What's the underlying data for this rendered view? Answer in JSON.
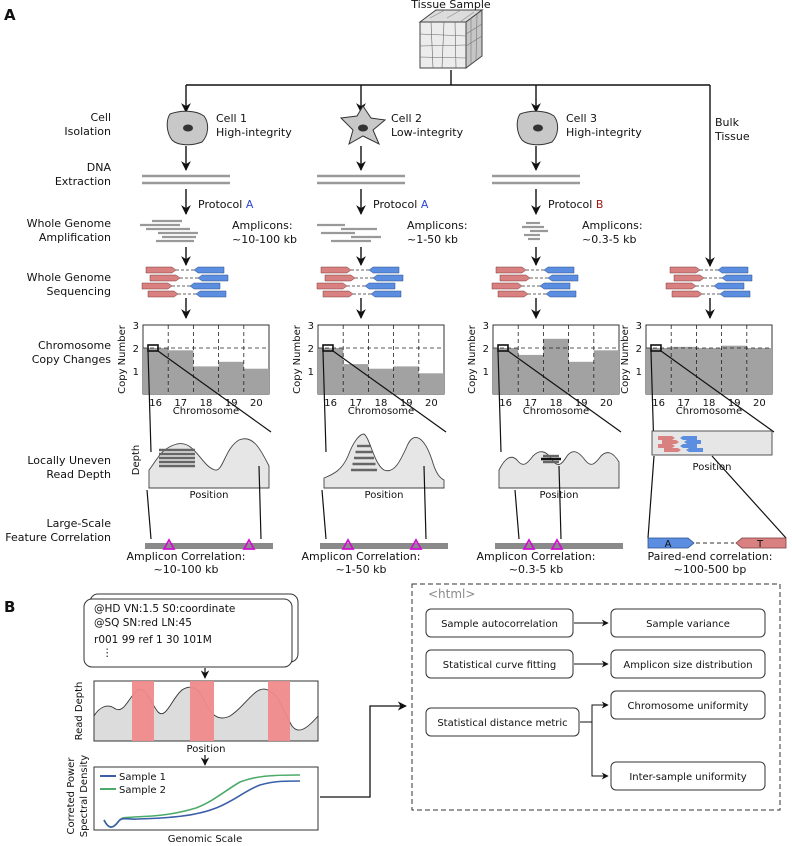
{
  "panelA": {
    "label": "A",
    "tissue_sample": "Tissue Sample",
    "bulk_tissue": [
      "Bulk",
      "Tissue"
    ],
    "row_labels": [
      [
        "Cell",
        "Isolation"
      ],
      [
        "DNA",
        "Extraction"
      ],
      [
        "Whole Genome",
        "Amplification"
      ],
      [
        "Whole Genome",
        "Sequencing"
      ],
      [
        "Chromosome",
        "Copy Changes"
      ],
      [
        "Locally Uneven",
        "Read Depth"
      ],
      [
        "Large-Scale",
        "Feature Correlation"
      ]
    ],
    "cells": [
      {
        "name": "Cell 1",
        "integrity": "High-integrity",
        "protocol_word": "Protocol",
        "protocol_letter": "A",
        "amplicons_label": "Amplicons:",
        "amplicons_range": "~10-100 kb",
        "correlation_label": "Amplicon Correlation:",
        "correlation_range": "~10-100 kb"
      },
      {
        "name": "Cell 2",
        "integrity": "Low-integrity",
        "protocol_word": "Protocol",
        "protocol_letter": "A",
        "amplicons_label": "Amplicons:",
        "amplicons_range": "~1-50 kb",
        "correlation_label": "Amplicon Correlation:",
        "correlation_range": "~1-50 kb"
      },
      {
        "name": "Cell 3",
        "integrity": "High-integrity",
        "protocol_word": "Protocol",
        "protocol_letter": "B",
        "amplicons_label": "Amplicons:",
        "amplicons_range": "~0.3-5 kb",
        "correlation_label": "Amplicon Correlation:",
        "correlation_range": "~0.3-5 kb"
      }
    ],
    "bulk_correlation_label": "Paired-end correlation:",
    "bulk_correlation_range": "~100-500 bp",
    "bulk_allele_a": "A",
    "bulk_allele_t": "T",
    "copy_axis_label": "Copy Number",
    "copy_yticks": [
      "1",
      "2",
      "3"
    ],
    "copy_xticks": [
      "16",
      "17",
      "18",
      "19",
      "20"
    ],
    "copy_xlabel": "Chromosome",
    "depth_axis_label": "Depth",
    "depth_xlabel": "Position",
    "protocol_colors": {
      "A": "#2a46d8",
      "B": "#a01818"
    },
    "read_colors": {
      "forward": "#d98080",
      "reverse": "#5b8ee0"
    }
  },
  "chart_data": [
    {
      "type": "bar",
      "title": "Cell 1",
      "categories": [
        "16",
        "17",
        "18",
        "19",
        "20"
      ],
      "values": [
        2.0,
        1.9,
        1.2,
        1.4,
        1.1
      ],
      "ylabel": "Copy Number",
      "xlabel": "Chromosome",
      "ylim": [
        0,
        3
      ]
    },
    {
      "type": "bar",
      "title": "Cell 2",
      "categories": [
        "16",
        "17",
        "18",
        "19",
        "20"
      ],
      "values": [
        2.0,
        1.3,
        1.1,
        1.2,
        0.9
      ],
      "ylabel": "Copy Number",
      "xlabel": "Chromosome",
      "ylim": [
        0,
        3
      ]
    },
    {
      "type": "bar",
      "title": "Cell 3",
      "categories": [
        "16",
        "17",
        "18",
        "19",
        "20"
      ],
      "values": [
        2.0,
        1.7,
        2.4,
        1.4,
        1.9
      ],
      "ylabel": "Copy Number",
      "xlabel": "Chromosome",
      "ylim": [
        0,
        3
      ]
    },
    {
      "type": "bar",
      "title": "Bulk Tissue",
      "categories": [
        "16",
        "17",
        "18",
        "19",
        "20"
      ],
      "values": [
        2.0,
        2.05,
        2.0,
        2.1,
        2.0
      ],
      "ylabel": "Copy Number",
      "xlabel": "Chromosome",
      "ylim": [
        0,
        3
      ]
    }
  ],
  "panelB": {
    "label": "B",
    "sam_lines": [
      "@HD VN:1.5 S0:coordinate",
      "@SQ SN:red LN:45",
      "r001 99 ref 1 30 101M",
      "⋮"
    ],
    "read_depth_ylabel": "Read Depth",
    "read_depth_xlabel": "Position",
    "psd_ylabel_1": "Correted Power",
    "psd_ylabel_2": "Spectral Density",
    "psd_xlabel": "Genomic Scale",
    "legend": [
      {
        "name": "Sample 1",
        "color": "#3a5fa8"
      },
      {
        "name": "Sample 2",
        "color": "#4cab6a"
      }
    ],
    "html_tag": "<html>",
    "flow": {
      "sample_autocorrelation": "Sample autocorrelation",
      "sample_variance": "Sample variance",
      "statistical_curve_fitting": "Statistical curve fitting",
      "amplicon_size_distribution": "Amplicon size distribution",
      "statistical_distance_metric": "Statistical distance metric",
      "chromosome_uniformity": "Chromosome uniformity",
      "inter_sample_uniformity": "Inter-sample uniformity"
    }
  }
}
